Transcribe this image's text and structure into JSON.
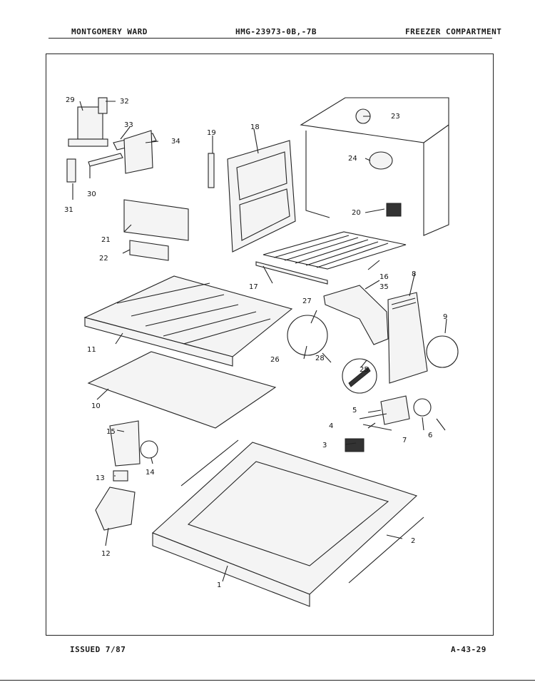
{
  "header": {
    "brand": "MONTGOMERY WARD",
    "model": "HMG-23973-0B,-7B",
    "section": "FREEZER COMPARTMENT"
  },
  "footer": {
    "issued": "ISSUED 7/87",
    "page_code": "A-43-29"
  },
  "callouts": [
    "1",
    "2",
    "3",
    "4",
    "5",
    "6",
    "7",
    "8",
    "9",
    "10",
    "11",
    "12",
    "13",
    "14",
    "15",
    "16",
    "17",
    "18",
    "19",
    "20",
    "21",
    "22",
    "23",
    "24",
    "25",
    "26",
    "27",
    "28",
    "29",
    "30",
    "31",
    "32",
    "33",
    "34",
    "35"
  ]
}
